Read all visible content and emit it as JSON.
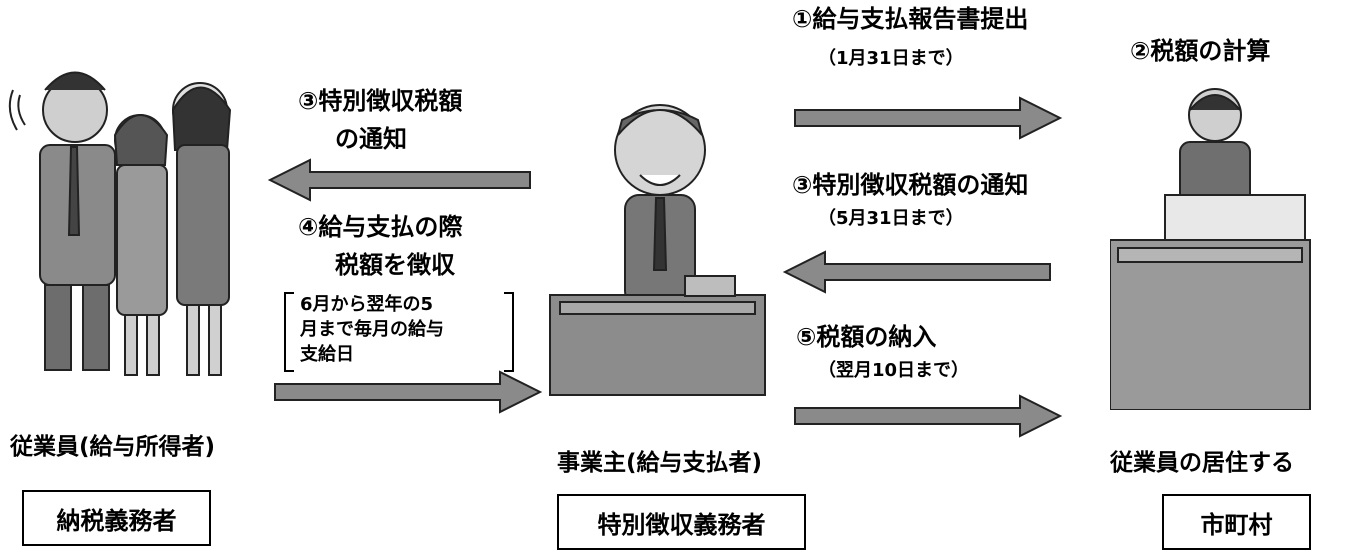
{
  "flows": {
    "step1_title": "①給与支払報告書提出",
    "step1_deadline": "（1月31日まで）",
    "step2_title": "②税額の計算",
    "step3_left_line1": "③特別徴収税額",
    "step3_left_line2": "の通知",
    "step3_right_title": "③特別徴収税額の通知",
    "step3_right_deadline": "（5月31日まで）",
    "step4_line1": "④給与支払の際",
    "step4_line2": "税額を徴収",
    "step4_note_line1": "6月から翌年の5",
    "step4_note_line2": "月まで毎月の給与",
    "step4_note_line3": "支給日",
    "step5_title": "⑤税額の納入",
    "step5_deadline": "（翌月10日まで）"
  },
  "parties": [
    {
      "caption": "従業員(給与所得者)",
      "role": "納税義務者"
    },
    {
      "caption": "事業主(給与支払者)",
      "role": "特別徴収義務者"
    },
    {
      "caption": "従業員の居住する",
      "role": "市町村"
    }
  ]
}
